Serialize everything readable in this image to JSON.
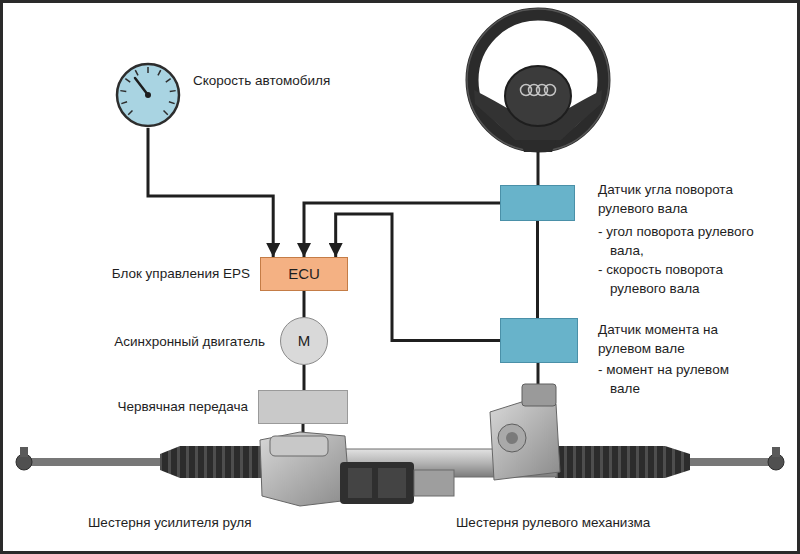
{
  "diagram": {
    "nodes": [
      {
        "text": [
          "Скорость автомобиля"
        ]
      },
      {
        "text": [
          "Датчик угла поворота рулевого вала",
          "- угол поворота рулевого вала,",
          "- скорость поворота рулевого вала"
        ]
      },
      {
        "text": [
          "Блок управления EPS",
          "ECU"
        ]
      },
      {
        "text": [
          "Асинхронный двигатель",
          "M"
        ]
      },
      {
        "text": [
          "Датчик момента на рулевом вале",
          "- момент на рулевом вале"
        ]
      },
      {
        "text": [
          "Червячная передача"
        ]
      }
    ],
    "edges": [
      {
        "from": 0,
        "to": 2,
        "arrow": "to"
      },
      {
        "from": 1,
        "to": 2,
        "arrow": "to"
      },
      {
        "from": 4,
        "to": 2,
        "arrow": "to"
      },
      {
        "from": 2,
        "to": 3,
        "arrow": "none"
      },
      {
        "from": 3,
        "to": 5,
        "arrow": "none"
      },
      {
        "from": 1,
        "to": 4,
        "arrow": "none"
      }
    ],
    "labels": [
      "Шестерня усилителя руля",
      "Шестерня рулевого механизма"
    ]
  }
}
